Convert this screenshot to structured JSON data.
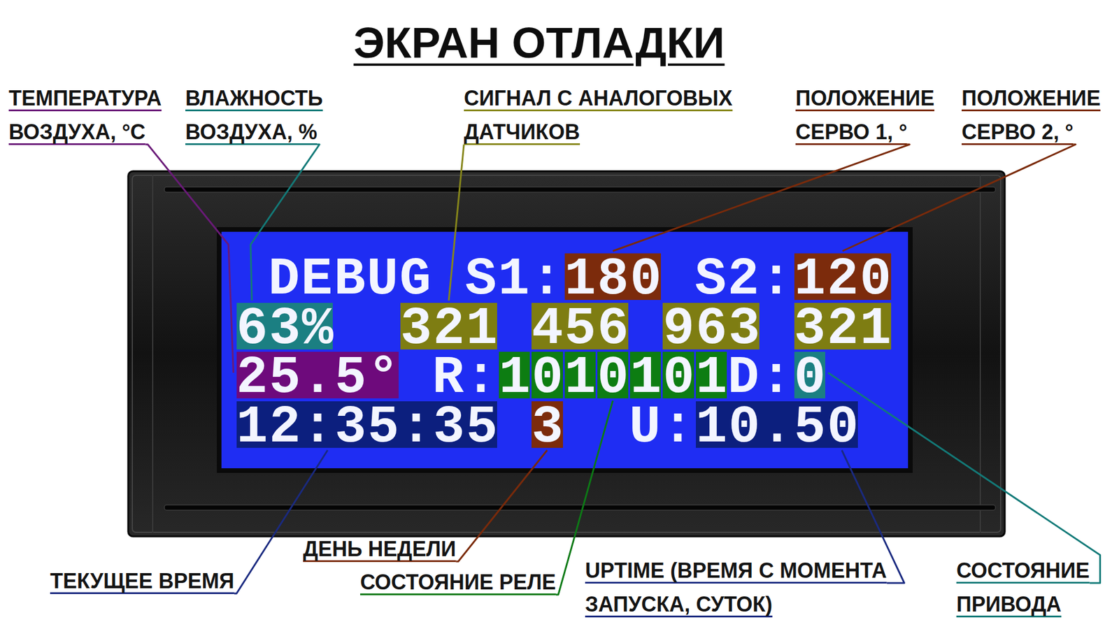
{
  "diagram": {
    "title": "ЭКРАН ОТЛАДКИ",
    "nodes": [
      {
        "text": [
          "DEBUG",
          "S1:",
          "S2:",
          "R:",
          "D:",
          "U:"
        ]
      },
      {
        "text": [
          "180"
        ],
        "in": 0
      },
      {
        "text": [
          "120"
        ],
        "in": 0
      },
      {
        "text": [
          "63%"
        ],
        "in": 0
      },
      {
        "text": [
          "321"
        ],
        "in": 0
      },
      {
        "text": [
          "456"
        ],
        "in": 0
      },
      {
        "text": [
          "963"
        ],
        "in": 0
      },
      {
        "text": [
          "321"
        ],
        "in": 0
      },
      {
        "text": [
          "25.5°"
        ],
        "in": 0
      },
      {
        "text": [
          "1"
        ],
        "in": 0
      },
      {
        "text": [
          "0"
        ],
        "in": 0
      },
      {
        "text": [
          "1"
        ],
        "in": 0
      },
      {
        "text": [
          "0"
        ],
        "in": 0
      },
      {
        "text": [
          "1"
        ],
        "in": 0
      },
      {
        "text": [
          "0"
        ],
        "in": 0
      },
      {
        "text": [
          "1"
        ],
        "in": 0
      },
      {
        "text": [
          "0"
        ],
        "in": 0
      },
      {
        "text": [
          "12:35:35"
        ],
        "in": 0
      },
      {
        "text": [
          "3"
        ],
        "in": 0
      },
      {
        "text": [
          "10.50"
        ],
        "in": 0
      }
    ],
    "labels": [
      "ТЕМПЕРАТУРА ВОЗДУХА, °C",
      "ВЛАЖНОСТЬ ВОЗДУХА, %",
      "СИГНАЛ С АНАЛОГОВЫХ ДАТЧИКОВ",
      "ПОЛОЖЕНИЕ СЕРВО 1, °",
      "ПОЛОЖЕНИЕ СЕРВО 2, °",
      "ТЕКУЩЕЕ ВРЕМЯ",
      "ДЕНЬ НЕДЕЛИ",
      "СОСТОЯНИЕ РЕЛЕ",
      "UPTIME (ВРЕМЯ С МОМЕНТА ЗАПУСКА, СУТОК)",
      "СОСТОЯНИЕ ПРИВОДА"
    ]
  }
}
